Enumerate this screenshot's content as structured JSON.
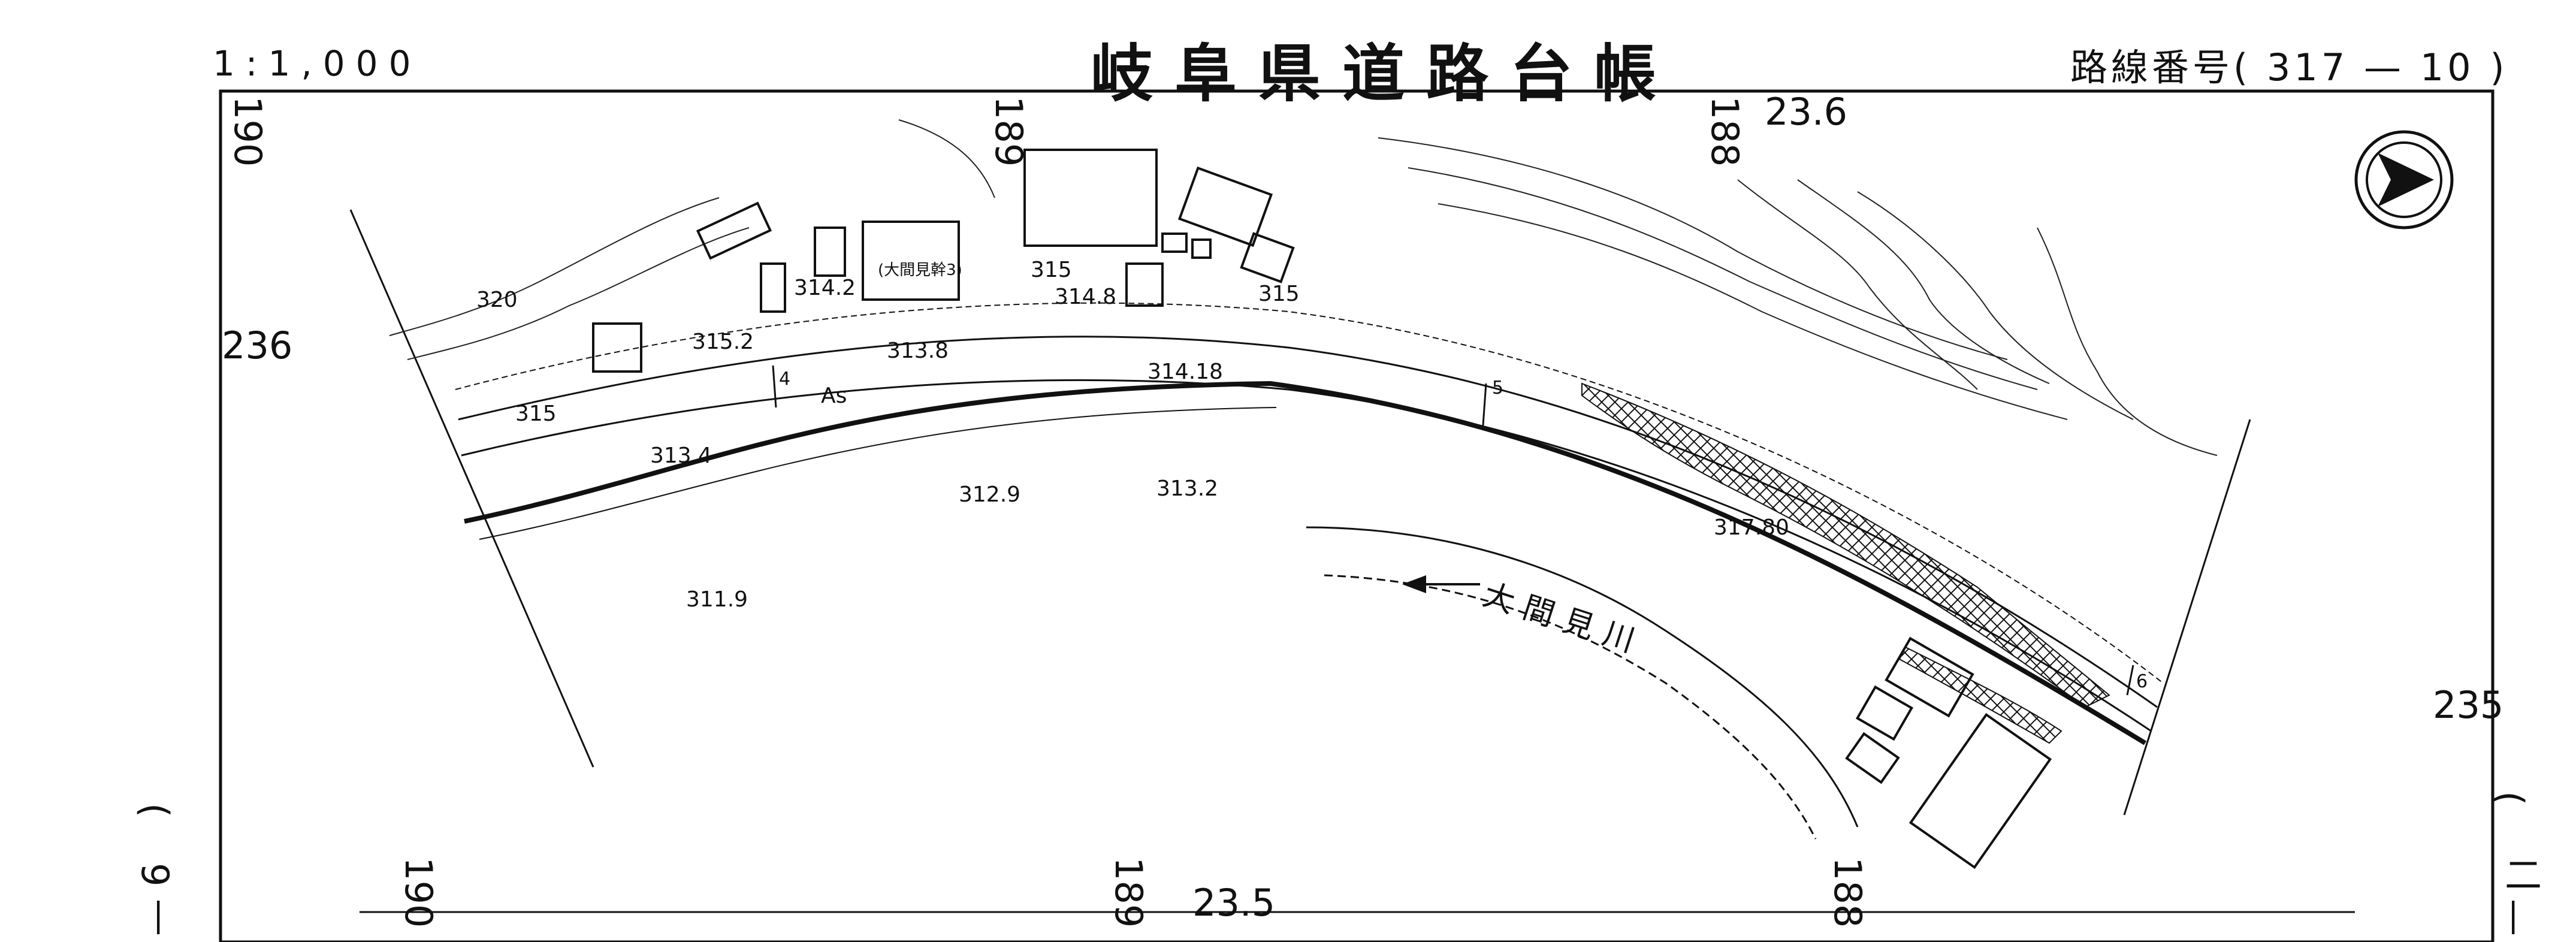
{
  "header": {
    "scale": "1:1,000",
    "title": "岐阜県道路台帳",
    "route_label": "路線番号(",
    "route_number": "317",
    "route_dash": "—",
    "route_sheet": "10",
    "route_close": ")"
  },
  "grid_labels": {
    "top": [
      "190",
      "189",
      "188",
      "23.6"
    ],
    "bottom": [
      "190",
      "189",
      "23.5",
      "188"
    ],
    "left": "236",
    "right": "235"
  },
  "elevations": [
    "320",
    "315",
    "315",
    "315",
    "314.2",
    "315.2",
    "314.8",
    "313.8",
    "314.18",
    "313.4",
    "312.9",
    "313.2",
    "311.9",
    "317.80"
  ],
  "place_labels": {
    "benchmark": "(大間見幹3)",
    "river": "大間見川",
    "pavement": "As"
  },
  "station_marks": [
    "4",
    "5",
    "6"
  ],
  "margin_left": [
    "(",
    "9",
    "—"
  ],
  "margin_right": [
    "(",
    "二",
    "—"
  ],
  "colors": {
    "ink": "#111111",
    "paper": "#ffffff"
  },
  "icons": [
    "north-arrow-icon"
  ]
}
